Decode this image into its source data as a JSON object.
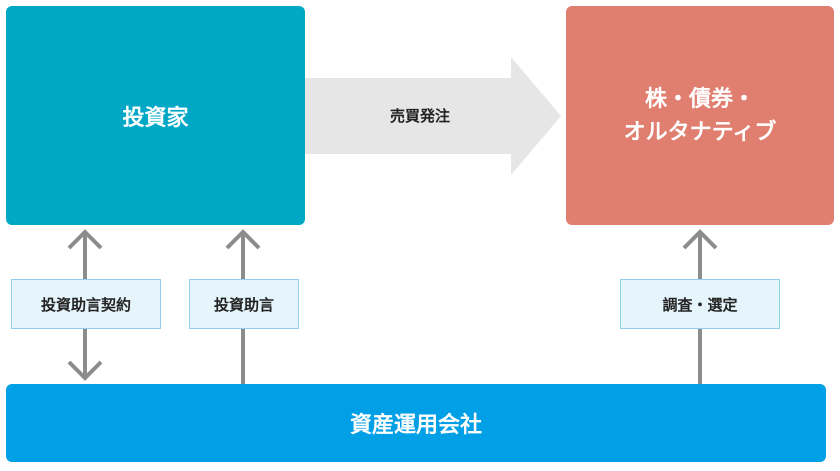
{
  "investor": {
    "label": "投資家"
  },
  "assets": {
    "line1": "株・債券・",
    "line2": "オルタナティブ"
  },
  "order": {
    "label": "売買発注"
  },
  "asset_management_company": {
    "label": "資産運用会社"
  },
  "arrow_labels": {
    "advisory_contract": "投資助言契約",
    "investment_advice": "投資助言",
    "research_selection": "調査・選定"
  },
  "colors": {
    "investor": "#00a8c6",
    "assets": "#e07f70",
    "asset_management_company": "#009fe6",
    "big_arrow": "#e6e6e6",
    "connector": "#8c8c8c",
    "label_bg": "#e6f4fb",
    "label_border": "#8fd0ee"
  }
}
